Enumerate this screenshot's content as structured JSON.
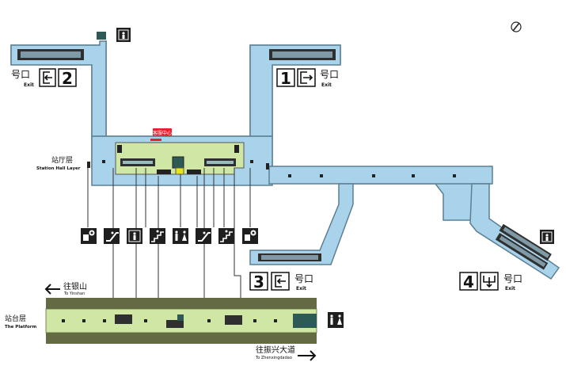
{
  "colors": {
    "hall_fill": "#a9d3ea",
    "hall_stroke": "#5c7f92",
    "paid_fill": "#cfe6a5",
    "platform_fill": "#cfe6a5",
    "track": "#646b44",
    "icon_bg": "#1f1f1f",
    "accent_red": "#e3202b"
  },
  "exits": [
    {
      "number": "2",
      "cn": "号口",
      "en": "Exit"
    },
    {
      "number": "1",
      "cn": "号口",
      "en": "Exit"
    },
    {
      "number": "3",
      "cn": "号口",
      "en": "Exit"
    },
    {
      "number": "4",
      "cn": "号口",
      "en": "Exit"
    }
  ],
  "station_hall": {
    "cn": "站厅层",
    "en": "Station Hall Layer"
  },
  "platform": {
    "cn": "站台层",
    "en": "The Platform"
  },
  "directions": {
    "west": {
      "cn": "往银山",
      "en": "To Yinshan"
    },
    "east": {
      "cn": "往振兴大道",
      "en": "To Zhenxingdadao"
    }
  },
  "service_label": "客服中心",
  "facility_icons": [
    {
      "icon": "accessible-washroom-icon"
    },
    {
      "icon": "escalator-icon"
    },
    {
      "icon": "elevator-icon"
    },
    {
      "icon": "stairs-icon"
    },
    {
      "icon": "toilets-icon"
    },
    {
      "icon": "escalator-icon"
    },
    {
      "icon": "stairs-icon"
    },
    {
      "icon": "accessible-washroom-icon"
    }
  ],
  "platform_icon": "toilets-icon",
  "compass": "north-arrow"
}
